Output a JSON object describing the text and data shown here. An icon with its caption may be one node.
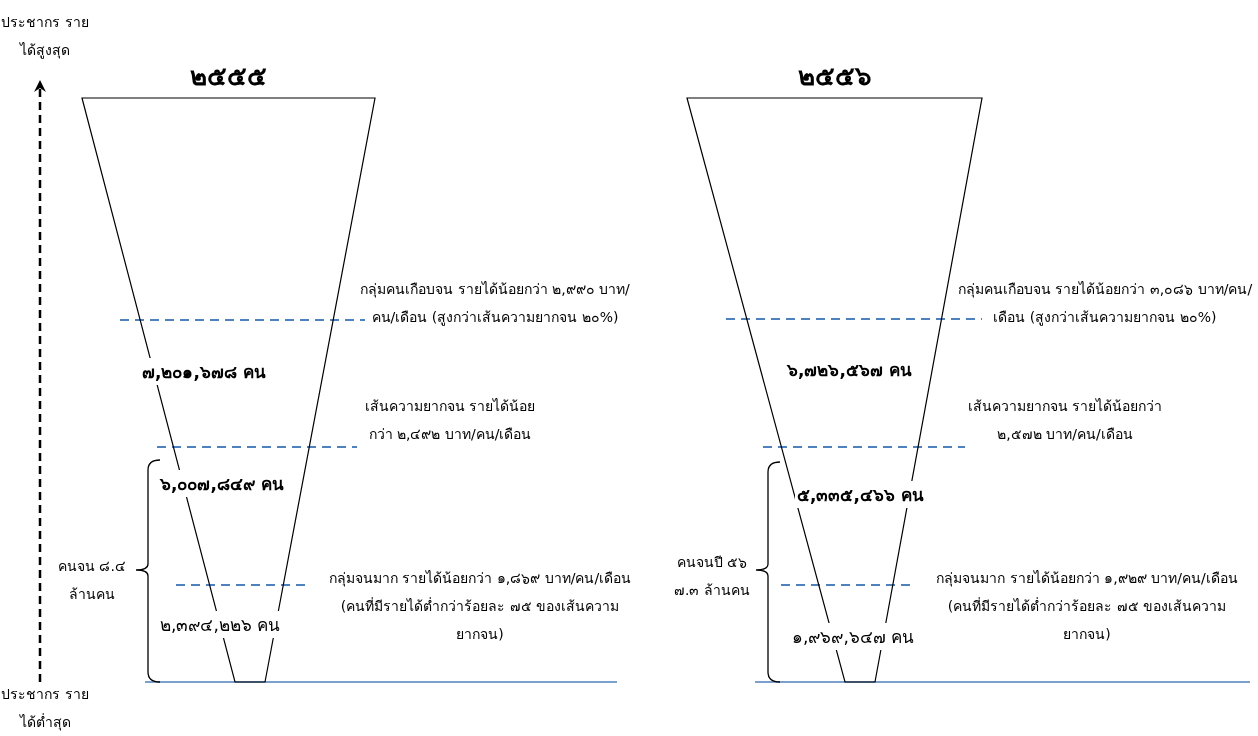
{
  "diagram": {
    "nodes": [
      {
        "text": [
          "๒๕๕๕",
          "๗,๒๐๑,๖๗๘ คน",
          "๖,๐๐๗,๘๔๙ คน",
          "๒,๓๙๔,๒๒๖ คน"
        ]
      },
      {
        "text": [
          "๒๕๕๖",
          "๖,๗๒๖,๕๖๗ คน",
          "๕,๓๓๕,๔๖๖ คน",
          "๑,๙๖๙,๖๔๗ คน"
        ]
      }
    ],
    "labels": [
      "ประชากร รายได้สูงสุด",
      "กลุ่มคนเกือบจน รายได้น้อยกว่า ๒,๙๙๐ บาท/คน/เดือน (สูงกว่าเส้นความยากจน ๒๐%)",
      "กลุ่มคนเกือบจน รายได้น้อยกว่า ๓,๐๘๖ บาท/คน/เดือน (สูงกว่าเส้นความยากจน ๒๐%)",
      "เส้นความยากจน รายได้น้อยกว่า ๒,๔๙๒ บาท/คน/เดือน",
      "เส้นความยากจน รายได้น้อยกว่า ๒,๕๗๒ บาท/คน/เดือน",
      "คนจน ๘.๔ ล้านคน",
      "คนจนปี ๕๖ ๗.๓ ล้านคน",
      "กลุ่มจนมาก รายได้น้อยกว่า ๑,๘๖๙ บาท/คน/เดือน (คนที่มีรายได้ต่ำกว่าร้อยละ ๗๕ ของเส้นความยากจน)",
      "กลุ่มจนมาก รายได้น้อยกว่า ๑,๙๒๙ บาท/คน/เดือน (คนที่มีรายได้ต่ำกว่าร้อยละ ๗๕ ของเส้นความยากจน)",
      "ประชากร รายได้ต่ำสุด"
    ]
  }
}
